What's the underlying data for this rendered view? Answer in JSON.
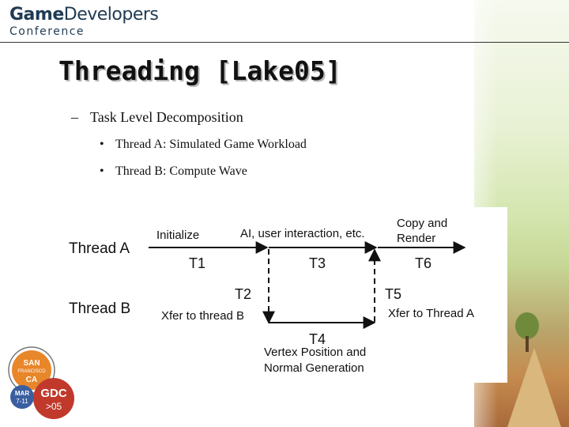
{
  "header": {
    "logo_bold": "Game",
    "logo_regular": "Developers",
    "logo_sub": "Conference"
  },
  "slide": {
    "title": "Threading [Lake05]",
    "bullet_dash": "–",
    "bullet_level1": "Task Level Decomposition",
    "bullet_dot": "•",
    "bullets_level2": [
      "Thread A: Simulated Game Workload",
      "Thread B: Compute Wave"
    ]
  },
  "diagram": {
    "thread_a_label": "Thread A",
    "thread_b_label": "Thread B",
    "initialize": "Initialize",
    "ai_label": "AI, user interaction, etc.",
    "copy_and": "Copy and",
    "render": "Render",
    "t1": "T1",
    "t2": "T2",
    "t3": "T3",
    "t4": "T4",
    "t5": "T5",
    "t6": "T6",
    "xfer_to_b": "Xfer to thread B",
    "xfer_to_a": "Xfer to Thread A",
    "vertex_line1": "Vertex Position and",
    "vertex_line2": "Normal Generation"
  },
  "badge": {
    "city1": "SAN",
    "city2": "FRANCISCO",
    "state": "CA",
    "month": "MAR",
    "days": "7-11",
    "gdc": "GDC",
    "year": ">05"
  },
  "colors": {
    "logo": "#1f3b53",
    "badge_orange": "#e8862a",
    "badge_blue": "#3a5fa0",
    "badge_red": "#c0392b"
  }
}
